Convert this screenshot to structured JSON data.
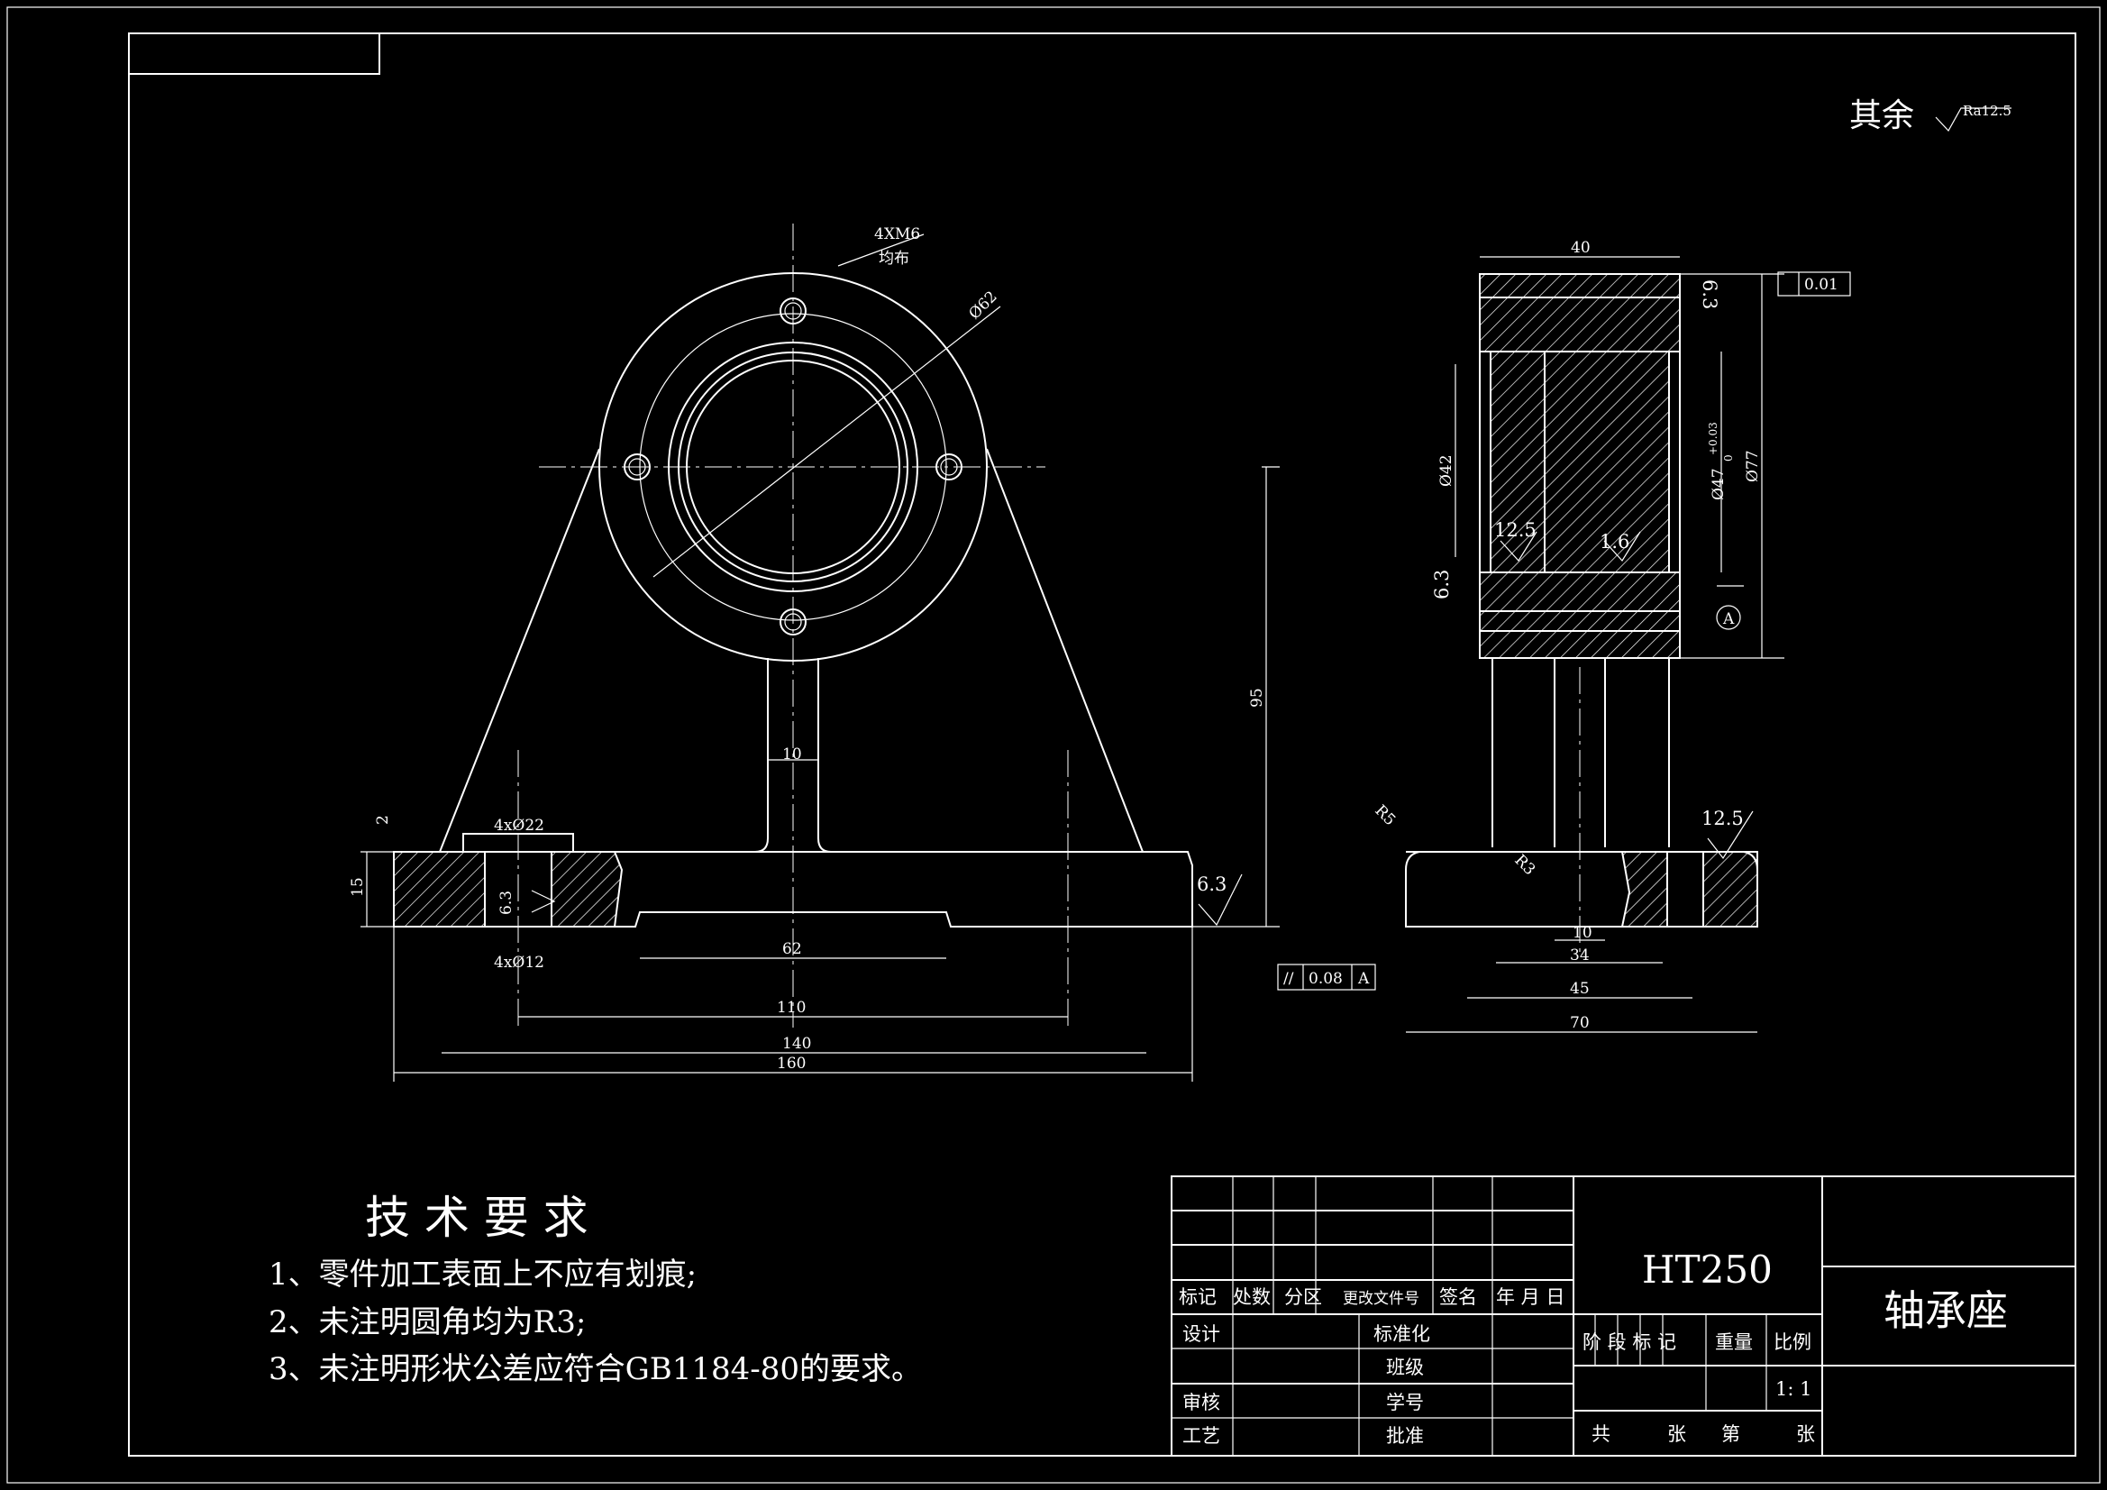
{
  "surface_note": {
    "text": "其余",
    "roughness": "Ra12.5"
  },
  "front_view": {
    "thread_callout": "4XM6",
    "thread_note": "均布",
    "pitch_dia": "Ø62",
    "height": "95",
    "rib": "10",
    "top_depth": "2",
    "base_height": "15",
    "counterbore": "4xØ22",
    "hole": "4xØ12",
    "rough_hole": "6.3",
    "rough_base": "6.3",
    "slot_width": "62",
    "hole_pitch": "110",
    "inner_length": "140",
    "total_length": "160",
    "parallel_tol": "0.08",
    "datum": "A"
  },
  "side_view": {
    "width": "40",
    "bore": "Ø42",
    "bore_fit": "Ø47",
    "bore_tol": "+0.03",
    "bore_tol_low": "0",
    "outer_dia": "Ø77",
    "rough_top": "6.3",
    "rough_left": "6.3",
    "rough_bore": "12.5",
    "rough_fit": "1.6",
    "rough_base": "12.5",
    "runout_tol": "0.01",
    "datum": "A",
    "fillet_r5": "R5",
    "fillet_r3": "R3",
    "dim_10": "10",
    "dim_34": "34",
    "dim_45": "45",
    "dim_70": "70"
  },
  "requirements": {
    "title": "技 术 要 求",
    "items": [
      "1、零件加工表面上不应有划痕;",
      "2、未注明圆角均为R3;",
      "3、未注明形状公差应符合GB1184-80的要求。"
    ]
  },
  "title_block": {
    "material": "HT250",
    "part_name": "轴承座",
    "headers": [
      "标记",
      "处数",
      "分区",
      "更改文件号",
      "签名",
      "年 月 日"
    ],
    "design": "设计",
    "standard": "标准化",
    "class": "班级",
    "review": "审核",
    "student_no": "学号",
    "process": "工艺",
    "approve": "批准",
    "stage": "阶 段 标 记",
    "weight": "重量",
    "scale_label": "比例",
    "scale": "1: 1",
    "sheet_total": "共",
    "sheet_unit": "张",
    "sheet_no": "第",
    "sheet_unit2": "张"
  }
}
